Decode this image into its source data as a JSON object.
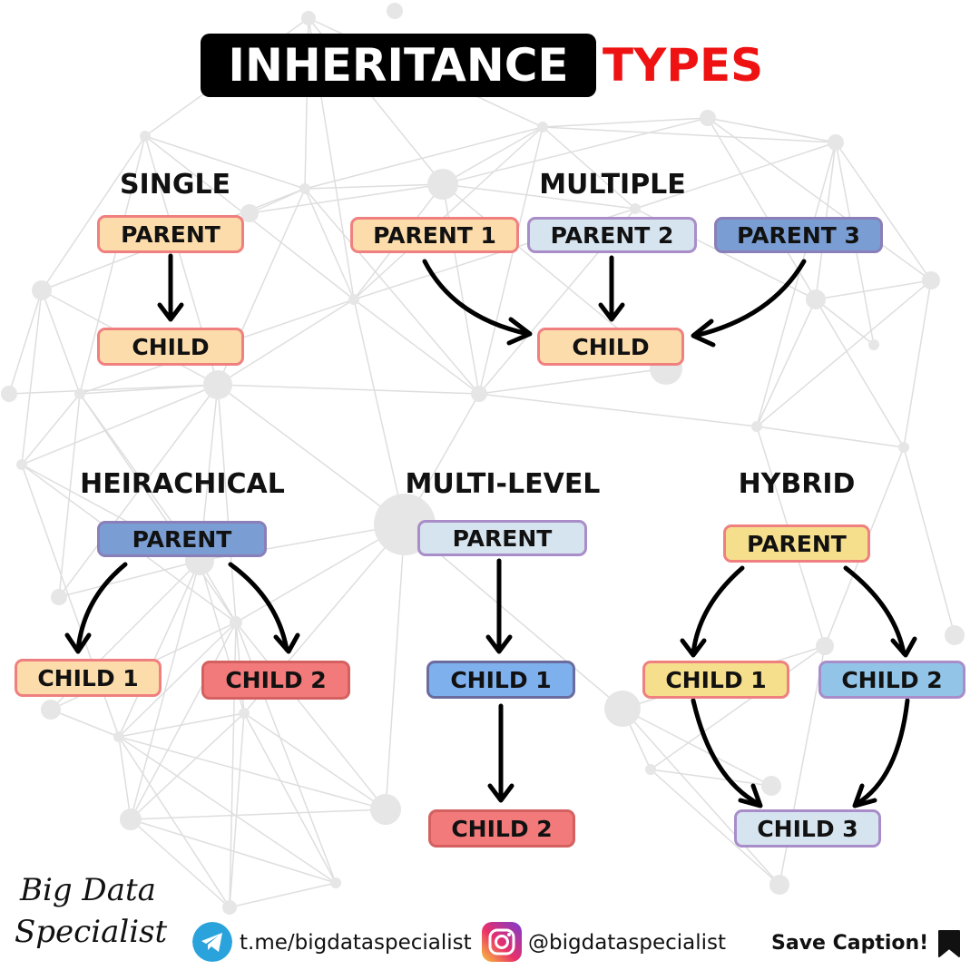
{
  "title": {
    "main": "INHERITANCE",
    "accent": "TYPES"
  },
  "colors": {
    "title_bg": "#000000",
    "accent_red": "#ee1212",
    "peach_fill": "#fcdcaa",
    "peach_border": "#f08080",
    "lavender_fill": "#d6e4ef",
    "lavender_border": "#a98dc8",
    "steel_blue_fill": "#7a9ed3",
    "steel_blue_border": "#8a7fb8",
    "salmon_fill": "#f27a7a",
    "salmon_border": "#d46060",
    "sky_fill": "#7eb0ee",
    "sky_border": "#6b6b9e",
    "yellow_fill": "#f5df8c",
    "light_blue_fill": "#92c4e8",
    "telegram_blue": "#2aa3dc"
  },
  "sections": {
    "single": {
      "label": "SINGLE",
      "parent": "PARENT",
      "child": "CHILD"
    },
    "multiple": {
      "label": "MULTIPLE",
      "parent1": "PARENT 1",
      "parent2": "PARENT 2",
      "parent3": "PARENT 3",
      "child": "CHILD"
    },
    "hierarchical": {
      "label": "HEIRACHICAL",
      "parent": "PARENT",
      "child1": "CHILD 1",
      "child2": "CHILD 2"
    },
    "multilevel": {
      "label": "MULTI-LEVEL",
      "parent": "PARENT",
      "child1": "CHILD 1",
      "child2": "CHILD 2"
    },
    "hybrid": {
      "label": "HYBRID",
      "parent": "PARENT",
      "child1": "CHILD 1",
      "child2": "CHILD 2",
      "child3": "CHILD 3"
    }
  },
  "edges": [
    {
      "from": "single.parent",
      "to": "single.child"
    },
    {
      "from": "multiple.parent1",
      "to": "multiple.child"
    },
    {
      "from": "multiple.parent2",
      "to": "multiple.child"
    },
    {
      "from": "multiple.parent3",
      "to": "multiple.child"
    },
    {
      "from": "hierarchical.parent",
      "to": "hierarchical.child1"
    },
    {
      "from": "hierarchical.parent",
      "to": "hierarchical.child2"
    },
    {
      "from": "multilevel.parent",
      "to": "multilevel.child1"
    },
    {
      "from": "multilevel.child1",
      "to": "multilevel.child2"
    },
    {
      "from": "hybrid.parent",
      "to": "hybrid.child1"
    },
    {
      "from": "hybrid.parent",
      "to": "hybrid.child2"
    },
    {
      "from": "hybrid.child1",
      "to": "hybrid.child3"
    },
    {
      "from": "hybrid.child2",
      "to": "hybrid.child3"
    }
  ],
  "footer": {
    "brand_line1": "Big Data",
    "brand_line2": "Specialist",
    "telegram_icon": "telegram-icon",
    "telegram_text": "t.me/bigdataspecialist",
    "instagram_icon": "instagram-icon",
    "instagram_text": "@bigdataspecialist",
    "save_text": "Save Caption!",
    "bookmark_icon": "bookmark-icon"
  }
}
